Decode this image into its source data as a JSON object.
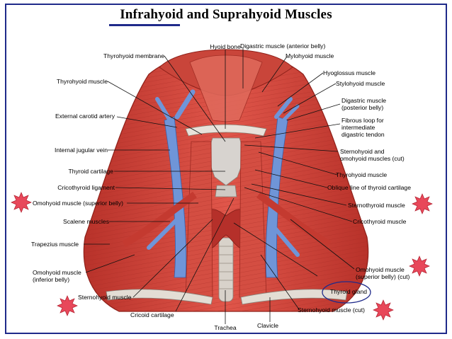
{
  "title": "Infrahyoid and Suprahyoid Muscles",
  "colors": {
    "frame": "#1f2a8a",
    "muscle": "#d9473a",
    "muscle_dark": "#a9281f",
    "vein": "#6f95d8",
    "cartilage": "#d7d3cf",
    "highlight_star": "#e8485a",
    "highlight_oval": "#1f2a8a"
  },
  "icons": [
    "starburst-icon",
    "highlight-oval-icon"
  ],
  "labels": {
    "hyoid_bone": "Hyoid bone",
    "digastric_anterior": "Digastric muscle (anterior belly)",
    "mylohyoid": "Mylohyoid muscle",
    "thyrohyoid_membrane": "Thyrohyoid membrane",
    "hyoglossus": "Hyoglossus muscle",
    "stylohyoid": "Stylohyoid muscle",
    "thyrohyoid_muscle_left": "Thyrohyoid muscle",
    "digastric_posterior_1": "Digastric muscle",
    "digastric_posterior_2": "(posterior belly)",
    "external_carotid": "External carotid artery",
    "fibrous_loop_1": "Fibrous loop for",
    "fibrous_loop_2": "intermediate",
    "fibrous_loop_3": "digastric tendon",
    "internal_jugular": "Internal jugular vein",
    "sternohyoid_omohyoid_1": "Sternohyoid and",
    "sternohyoid_omohyoid_2": "omohyoid muscles (cut)",
    "thyroid_cartilage": "Thyroid cartilage",
    "thyrohyoid_muscle_right": "Thyrohyoid muscle",
    "cricothyroid_ligament": "Cricothyroid ligament",
    "oblique_line": "Oblique line of thyroid cartilage",
    "omohyoid_superior_left": "Omohyoid muscle (superior belly)",
    "sternothyroid": "Sternothyroid muscle",
    "scalene": "Scalene muscles",
    "cricothyroid_muscle": "Cricothyroid muscle",
    "trapezius": "Trapezius muscle",
    "omohyoid_inferior_1": "Omohyoid muscle",
    "omohyoid_inferior_2": "(inferior belly)",
    "omohyoid_superior_cut_1": "Omohyoid muscle",
    "omohyoid_superior_cut_2": "(superior belly) (cut)",
    "sternohyoid_left": "Sternohyoid muscle",
    "thyroid_gland": "Thyroid gland",
    "cricoid_cartilage": "Cricoid cartilage",
    "sternohyoid_cut": "Sternohyoid muscle (cut)",
    "trachea": "Trachea",
    "clavicle": "Clavicle"
  }
}
